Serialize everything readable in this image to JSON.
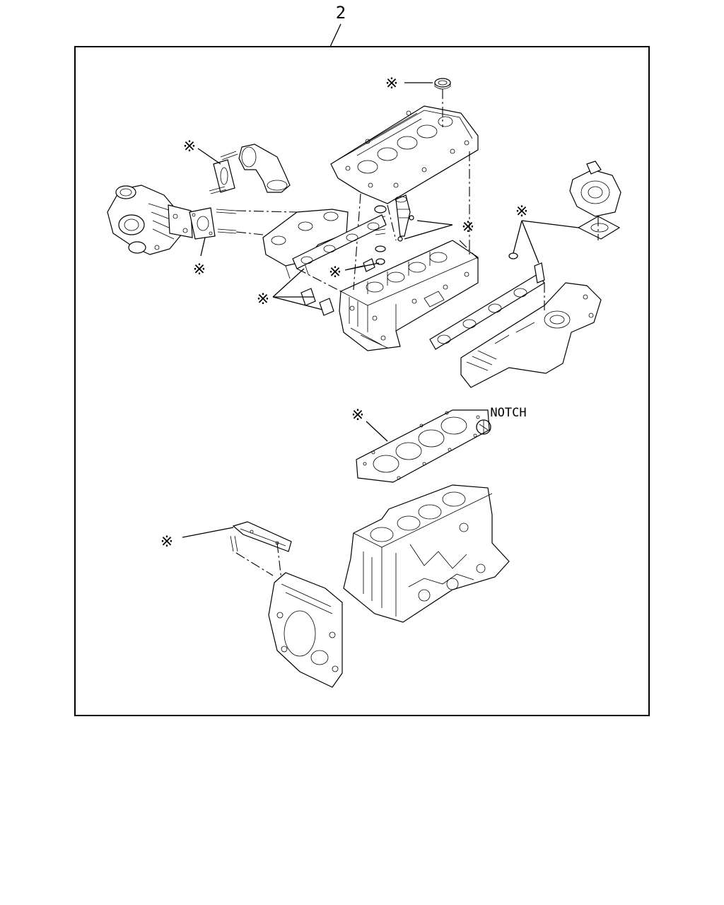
{
  "diagram": {
    "item_number": "2",
    "notch_label": "NOTCH",
    "marker_symbol": "※",
    "markers": [
      {
        "id": "rocker-cover-seal"
      },
      {
        "id": "turbo-outlet-gasket"
      },
      {
        "id": "turbo-flange-gasket"
      },
      {
        "id": "valve-stem-seal"
      },
      {
        "id": "exhaust-manifold-gasket"
      },
      {
        "id": "intake-gasket"
      },
      {
        "id": "head-gasket"
      },
      {
        "id": "front-cover-gasket"
      }
    ]
  }
}
